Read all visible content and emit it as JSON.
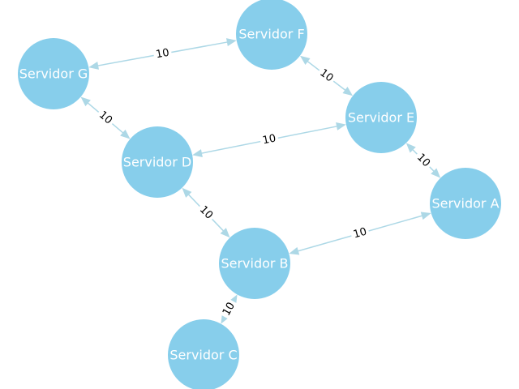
{
  "colors": {
    "node_fill": "#87ceeb",
    "node_text": "#ffffff",
    "edge": "#add8e6",
    "edge_label": "#000000",
    "background": "#ffffff"
  },
  "graph": {
    "nodes": [
      {
        "id": "F",
        "label": "Servidor F"
      },
      {
        "id": "G",
        "label": "Servidor G"
      },
      {
        "id": "E",
        "label": "Servidor E"
      },
      {
        "id": "D",
        "label": "Servidor D"
      },
      {
        "id": "A",
        "label": "Servidor A"
      },
      {
        "id": "B",
        "label": "Servidor B"
      },
      {
        "id": "C",
        "label": "Servidor C"
      }
    ],
    "edges": [
      {
        "source": "G",
        "target": "F",
        "weight": "10",
        "direction": "both"
      },
      {
        "source": "F",
        "target": "E",
        "weight": "10",
        "direction": "both"
      },
      {
        "source": "G",
        "target": "D",
        "weight": "10",
        "direction": "both"
      },
      {
        "source": "D",
        "target": "E",
        "weight": "10",
        "direction": "both"
      },
      {
        "source": "E",
        "target": "A",
        "weight": "10",
        "direction": "both"
      },
      {
        "source": "D",
        "target": "B",
        "weight": "10",
        "direction": "both"
      },
      {
        "source": "B",
        "target": "A",
        "weight": "10",
        "direction": "both"
      },
      {
        "source": "C",
        "target": "B",
        "weight": "10",
        "direction": "both"
      }
    ]
  }
}
